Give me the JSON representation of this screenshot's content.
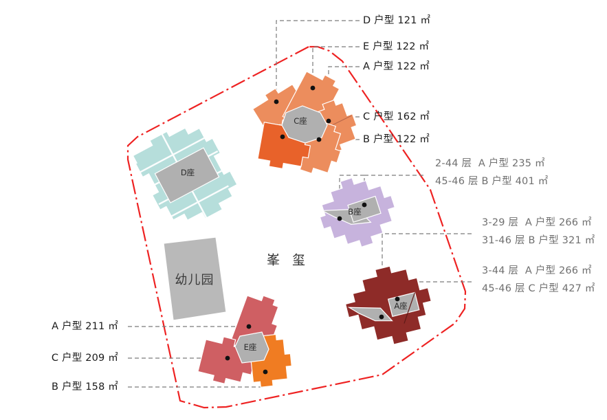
{
  "site": {
    "title": "峯 玺",
    "kindergarten_label": "幼儿园",
    "boundary_color": "#ee2222"
  },
  "buildings": [
    {
      "key": "a",
      "tag": "A座",
      "color": "#8e2b28"
    },
    {
      "key": "b",
      "tag": "B座",
      "color": "#c7b3dd"
    },
    {
      "key": "c",
      "tag": "C座",
      "color": "#ec8d5d"
    },
    {
      "key": "d",
      "tag": "D座",
      "color": "#b6dedb"
    },
    {
      "key": "e",
      "tag": "E座",
      "color": "#cf5f63"
    }
  ],
  "callouts": {
    "top_right": [
      {
        "id": "d121",
        "text": "D 户型 121 ㎡"
      },
      {
        "id": "e122",
        "text": "E 户型 122 ㎡"
      },
      {
        "id": "a122",
        "text": "A 户型 122 ㎡"
      },
      {
        "id": "c162",
        "text": "C 户型 162 ㎡"
      },
      {
        "id": "b122",
        "text": "B 户型 122 ㎡"
      }
    ],
    "mid_right": [
      {
        "id": "bzuo",
        "rows": [
          {
            "floors": "2-44 层",
            "unit": "A 户型 235 ㎡"
          },
          {
            "floors": "45-46 层",
            "unit": "B 户型 401 ㎡"
          }
        ]
      },
      {
        "id": "azuo_upper",
        "rows": [
          {
            "floors": "3-29 层",
            "unit": "A 户型 266 ㎡"
          },
          {
            "floors": "31-46 层",
            "unit": "B 户型 321 ㎡"
          }
        ]
      },
      {
        "id": "azuo_lower",
        "rows": [
          {
            "floors": "3-44 层",
            "unit": "A 户型 266 ㎡"
          },
          {
            "floors": "45-46 层",
            "unit": "C 户型 427 ㎡"
          }
        ]
      }
    ],
    "bottom_left": [
      {
        "id": "a211",
        "text": "A 户型 211 ㎡"
      },
      {
        "id": "c209",
        "text": "C 户型 209 ㎡"
      },
      {
        "id": "b158",
        "text": "B 户型 158 ㎡"
      }
    ]
  }
}
